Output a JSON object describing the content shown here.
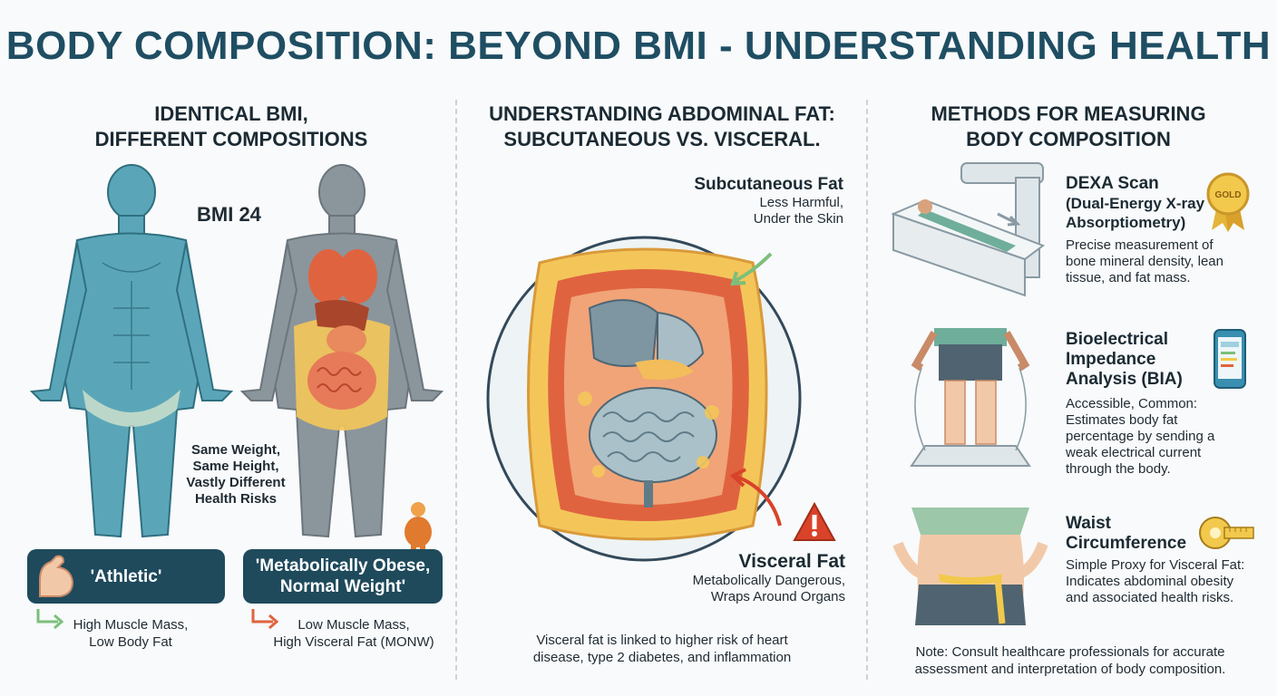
{
  "title": "BODY COMPOSITION: BEYOND BMI - UNDERSTANDING HEALTH",
  "left": {
    "heading_line1": "IDENTICAL BMI,",
    "heading_line2": "DIFFERENT COMPOSITIONS",
    "bmi_label": "BMI 24",
    "same_line1": "Same Weight,",
    "same_line2": "Same Height,",
    "same_line3": "Vastly Different",
    "same_line4": "Health Risks",
    "athletic_label": "'Athletic'",
    "monw_line1": "'Metabolically Obese,",
    "monw_line2": "Normal Weight'",
    "athletic_desc1": "High Muscle Mass,",
    "athletic_desc2": "Low Body Fat",
    "monw_desc1": "Low Muscle Mass,",
    "monw_desc2": "High Visceral Fat (MONW)"
  },
  "middle": {
    "heading_line1": "UNDERSTANDING ABDOMINAL FAT:",
    "heading_line2": "SUBCUTANEOUS VS. VISCERAL.",
    "subq_title": "Subcutaneous Fat",
    "subq_line1": "Less Harmful,",
    "subq_line2": "Under the Skin",
    "visc_title": "Visceral Fat",
    "visc_line1": "Metabolically Dangerous,",
    "visc_line2": "Wraps Around Organs",
    "footer_line1": "Visceral fat is linked to higher risk of heart",
    "footer_line2": "disease, type 2 diabetes, and inflammation"
  },
  "right": {
    "heading_line1": "METHODS FOR MEASURING",
    "heading_line2": "BODY COMPOSITION",
    "dexa_title1": "DEXA Scan",
    "dexa_title2": "(Dual-Energy X-ray",
    "dexa_title3": "Absorptiometry)",
    "gold_badge": "GOLD",
    "dexa_text1": "Precise measurement of",
    "dexa_text2": "bone mineral density, lean",
    "dexa_text3": "tissue, and fat mass.",
    "bia_title1": "Bioelectrical",
    "bia_title2": "Impedance",
    "bia_title3": "Analysis (BIA)",
    "bia_text1": "Accessible, Common:",
    "bia_text2": "Estimates body fat",
    "bia_text3": "percentage by sending a",
    "bia_text4": "weak electrical current",
    "bia_text5": "through the body.",
    "waist_title1": "Waist",
    "waist_title2": "Circumference",
    "waist_text1": "Simple Proxy for Visceral Fat:",
    "waist_text2": "Indicates abdominal obesity",
    "waist_text3": "and associated health risks.",
    "note_line1": "Note: Consult healthcare professionals for accurate",
    "note_line2": "assessment and interpretation of body composition."
  },
  "colors": {
    "title": "#1f4e63",
    "pill": "#1e4a5c",
    "muscle": "#5aa6b8",
    "body_gray": "#8b959c",
    "fat_yellow": "#f4c65a",
    "organ_red": "#e0633f",
    "warning": "#d9432a"
  },
  "icons": [
    "flexed-arm-icon",
    "person-icon",
    "warning-icon",
    "arrow-icon",
    "gold-medal-icon",
    "phone-app-icon",
    "tape-measure-icon"
  ]
}
